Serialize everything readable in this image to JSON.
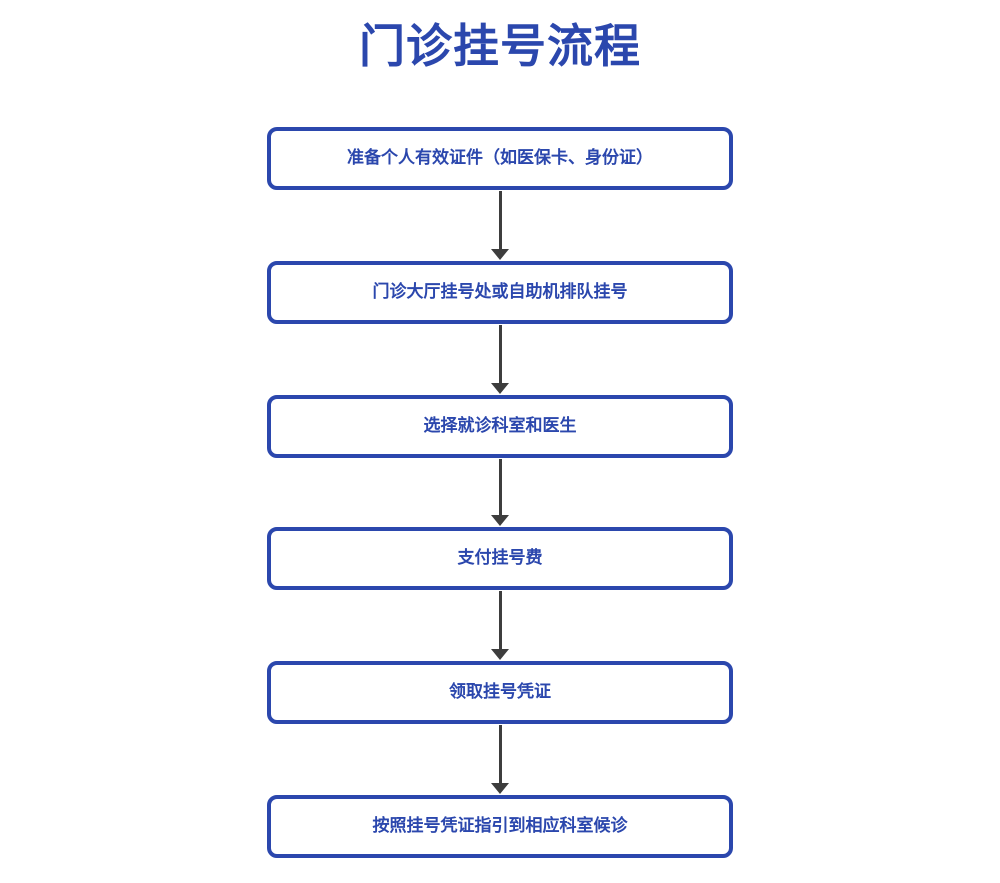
{
  "title": "门诊挂号流程",
  "colors": {
    "primary_blue": "#2b47ad",
    "arrow_gray": "#3d3d3d",
    "background": "#ffffff"
  },
  "flowchart": {
    "direction": "top-to-bottom",
    "steps": [
      {
        "index": 1,
        "label": "准备个人有效证件（如医保卡、身份证）"
      },
      {
        "index": 2,
        "label": "门诊大厅挂号处或自助机排队挂号"
      },
      {
        "index": 3,
        "label": "选择就诊科室和医生"
      },
      {
        "index": 4,
        "label": "支付挂号费"
      },
      {
        "index": 5,
        "label": "领取挂号凭证"
      },
      {
        "index": 6,
        "label": "按照挂号凭证指引到相应科室候诊"
      }
    ]
  }
}
